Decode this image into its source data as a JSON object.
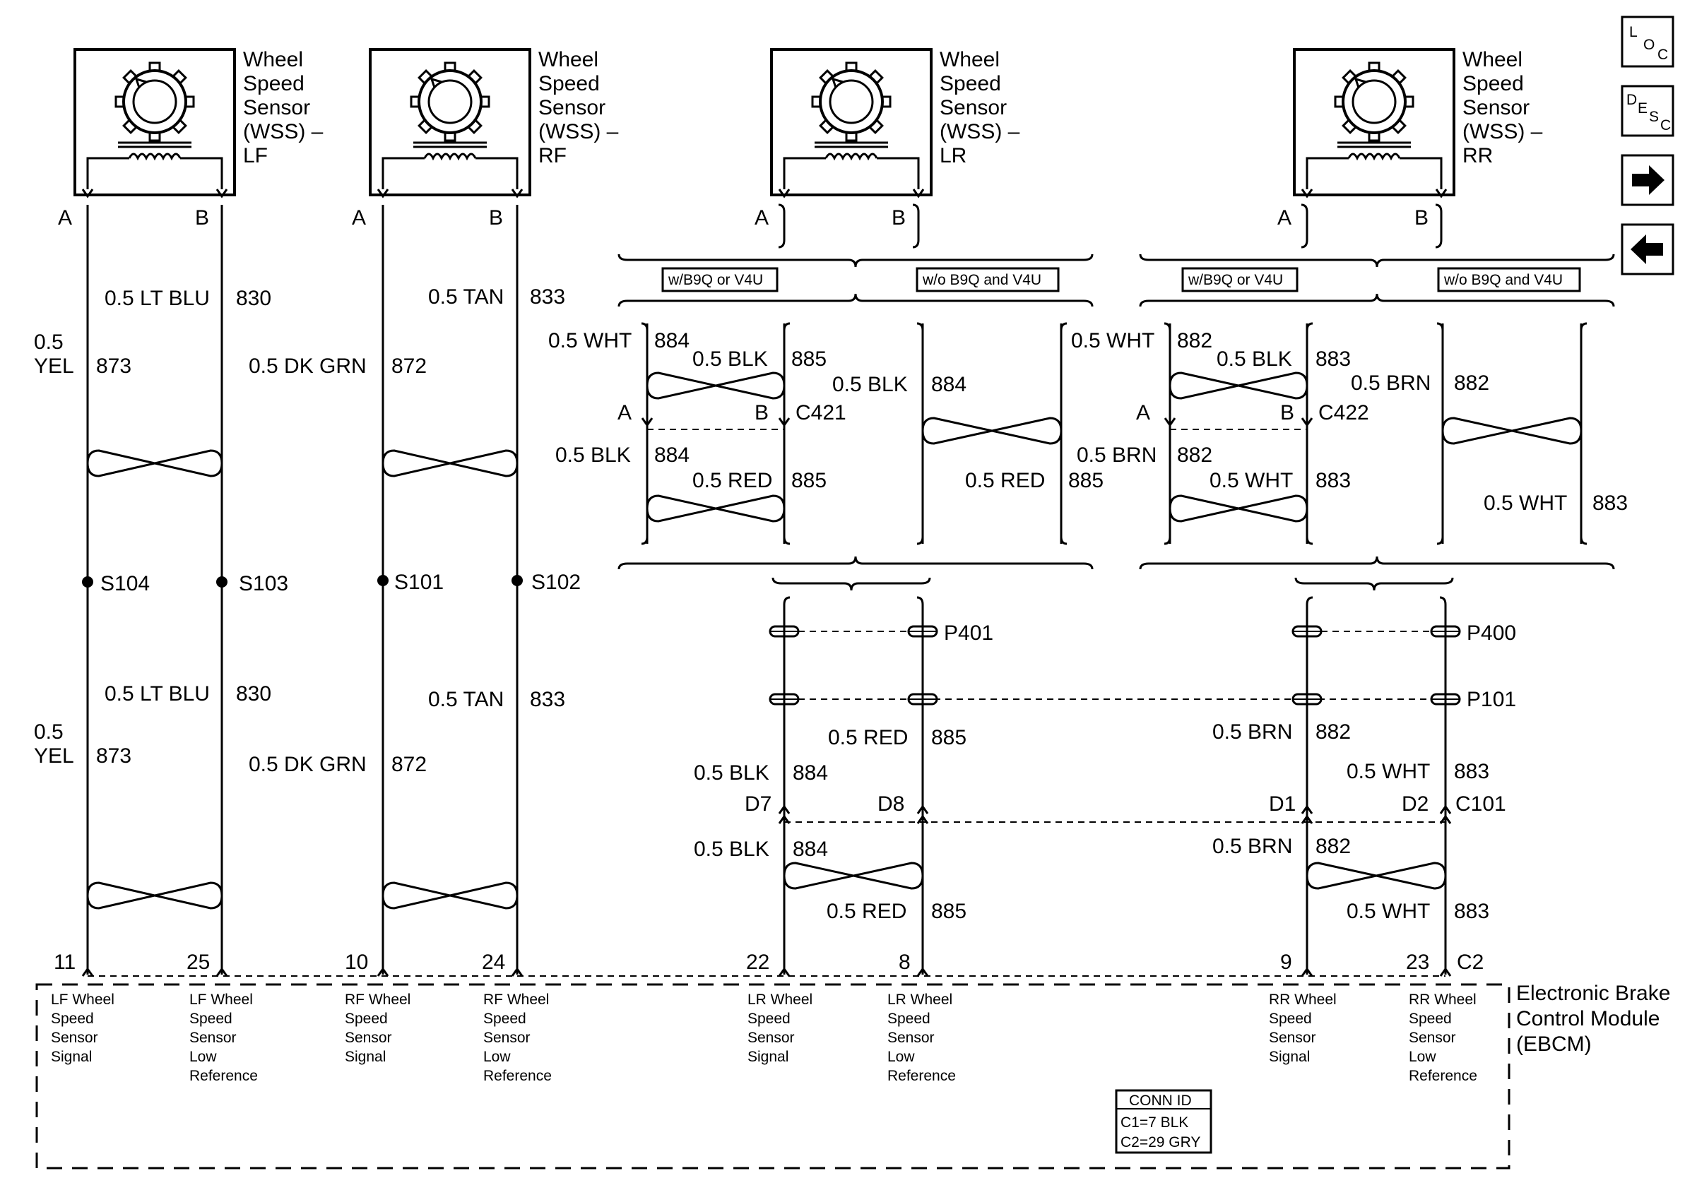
{
  "sensors": [
    {
      "l1": "Wheel",
      "l2": "Speed",
      "l3": "Sensor",
      "l4": "(WSS) –",
      "l5": "LF",
      "pa": "A",
      "pb": "B"
    },
    {
      "l1": "Wheel",
      "l2": "Speed",
      "l3": "Sensor",
      "l4": "(WSS) –",
      "l5": "RF",
      "pa": "A",
      "pb": "B"
    },
    {
      "l1": "Wheel",
      "l2": "Speed",
      "l3": "Sensor",
      "l4": "(WSS) –",
      "l5": "LR",
      "pa": "A",
      "pb": "B"
    },
    {
      "l1": "Wheel",
      "l2": "Speed",
      "l3": "Sensor",
      "l4": "(WSS) –",
      "l5": "RR",
      "pa": "A",
      "pb": "B"
    }
  ],
  "nav": {
    "loc_l": "L",
    "loc_o": "O",
    "loc_c": "C",
    "desc_d": "D",
    "desc_e": "E",
    "desc_s": "S",
    "desc_c": "C"
  },
  "options": {
    "with": "w/B9Q or V4U",
    "without": "w/o B9Q and V4U"
  },
  "front": {
    "lf_a_size": "0.5",
    "lf_a_color": "YEL",
    "lf_a_num": "873",
    "lf_b": "0.5 LT BLU",
    "lf_b_num": "830",
    "rf_a": "0.5 DK GRN",
    "rf_a_num": "872",
    "rf_b": "0.5 TAN",
    "rf_b_num": "833",
    "s104": "S104",
    "s103": "S103",
    "s101": "S101",
    "s102": "S102"
  },
  "lr": {
    "top_a": "0.5 WHT",
    "top_a_num": "884",
    "top_b": "0.5 BLK",
    "top_b_num": "885",
    "conn": "C421",
    "pa": "A",
    "pb": "B",
    "mid_a": "0.5 BLK",
    "mid_a_num": "884",
    "mid_b": "0.5 RED",
    "mid_b_num": "885",
    "wo_a": "0.5 BLK",
    "wo_a_num": "884",
    "wo_b": "0.5 RED",
    "wo_b_num": "885",
    "p401": "P401",
    "low_b": "0.5 RED",
    "low_b_num": "885",
    "low_a": "0.5 BLK",
    "low_a_num": "884",
    "d7": "D7",
    "d8": "D8",
    "bot_a": "0.5 BLK",
    "bot_a_num": "884",
    "bot_b": "0.5 RED",
    "bot_b_num": "885"
  },
  "rr": {
    "top_a": "0.5 WHT",
    "top_a_num": "882",
    "top_b": "0.5 BLK",
    "top_b_num": "883",
    "conn": "C422",
    "pa": "A",
    "pb": "B",
    "mid_a": "0.5 BRN",
    "mid_a_num": "882",
    "mid_b": "0.5 WHT",
    "mid_b_num": "883",
    "wo_a": "0.5 BRN",
    "wo_a_num": "882",
    "wo_b": "0.5 WHT",
    "wo_b_num": "883",
    "p400": "P400",
    "p101": "P101",
    "low_a": "0.5 BRN",
    "low_a_num": "882",
    "low_b": "0.5 WHT",
    "low_b_num": "883",
    "d1": "D1",
    "d2": "D2",
    "c101": "C101",
    "bot_a": "0.5 BRN",
    "bot_a_num": "882",
    "bot_b": "0.5 WHT",
    "bot_b_num": "883"
  },
  "pins": {
    "p11": "11",
    "p25": "25",
    "p10": "10",
    "p24": "24",
    "p22": "22",
    "p8": "8",
    "p9": "9",
    "p23": "23",
    "c2": "C2"
  },
  "module": {
    "l1": "Electronic Brake",
    "l2": "Control Module",
    "l3": "(EBCM)",
    "signals": [
      {
        "l1": "LF Wheel",
        "l2": "Speed",
        "l3": "Sensor",
        "l4": "Signal",
        "l5": ""
      },
      {
        "l1": "LF Wheel",
        "l2": "Speed",
        "l3": "Sensor",
        "l4": "Low",
        "l5": "Reference"
      },
      {
        "l1": "RF Wheel",
        "l2": "Speed",
        "l3": "Sensor",
        "l4": "Signal",
        "l5": ""
      },
      {
        "l1": "RF Wheel",
        "l2": "Speed",
        "l3": "Sensor",
        "l4": "Low",
        "l5": "Reference"
      },
      {
        "l1": "LR Wheel",
        "l2": "Speed",
        "l3": "Sensor",
        "l4": "Signal",
        "l5": ""
      },
      {
        "l1": "LR Wheel",
        "l2": "Speed",
        "l3": "Sensor",
        "l4": "Low",
        "l5": "Reference"
      },
      {
        "l1": "RR Wheel",
        "l2": "Speed",
        "l3": "Sensor",
        "l4": "Signal",
        "l5": ""
      },
      {
        "l1": "RR Wheel",
        "l2": "Speed",
        "l3": "Sensor",
        "l4": "Low",
        "l5": "Reference"
      }
    ],
    "conn_title": "CONN ID",
    "conn_c1": "C1=7 BLK",
    "conn_c2": "C2=29 GRY"
  }
}
